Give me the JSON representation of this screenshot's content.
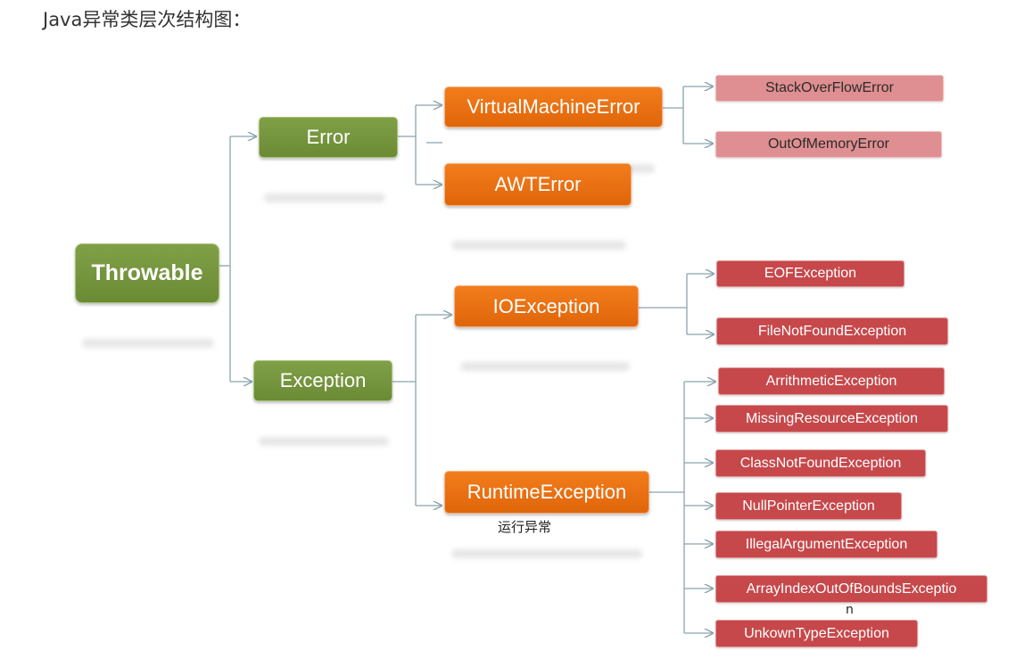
{
  "header": {
    "title": "Java异常类层次结构图："
  },
  "diagram": {
    "root": "Throwable",
    "error": {
      "label": "Error",
      "children": [
        "VirtualMachineError",
        "AWTError"
      ],
      "vm_children": [
        "StackOverFlowError",
        "OutOfMemoryError"
      ]
    },
    "exception": {
      "label": "Exception",
      "io": "IOException",
      "io_children": [
        "EOFException",
        "FileNotFoundException"
      ],
      "runtime": "RuntimeException",
      "runtime_note": "运行异常",
      "runtime_children": [
        "ArrithmeticException",
        "MissingResourceException",
        "ClassNotFoundException",
        "NullPointerException",
        "IllegalArgumentException",
        "ArrayIndexOutOfBoundsExceptio",
        "UnkownTypeException"
      ],
      "wrap_fragment": "n"
    },
    "colors": {
      "green": "#6b8a34",
      "orange": "#e8700f",
      "pink": "#df8f91",
      "red": "#c6484b",
      "connector": "#8aa5ad"
    }
  }
}
